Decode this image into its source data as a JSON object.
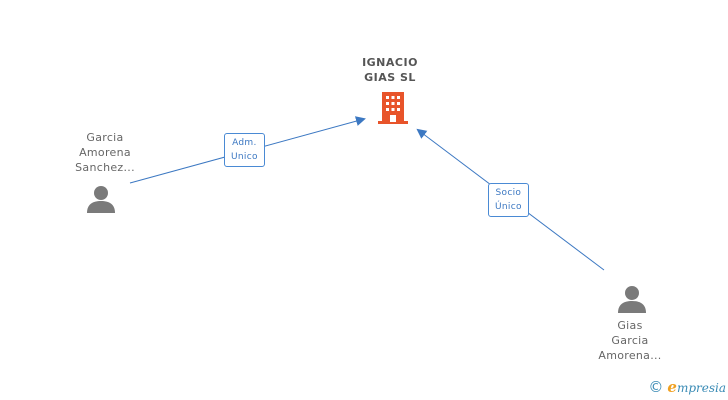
{
  "company": {
    "name_line1": "IGNACIO",
    "name_line2": "GIAS SL",
    "icon": "building-icon",
    "color": "#e8542a"
  },
  "persons": [
    {
      "line1": "Garcia",
      "line2": "Amorena",
      "line3": "Sanchez...",
      "icon": "person-icon"
    },
    {
      "line1": "Gias",
      "line2": "Garcia",
      "line3": "Amorena...",
      "icon": "person-icon"
    }
  ],
  "relations": [
    {
      "line1": "Adm.",
      "line2": "Unico"
    },
    {
      "line1": "Socio",
      "line2": "Único"
    }
  ],
  "colors": {
    "edge": "#3c78c2",
    "person": "#7a7a7a"
  },
  "brand": {
    "copyright": "©",
    "initial": "e",
    "rest": "mpresia"
  }
}
